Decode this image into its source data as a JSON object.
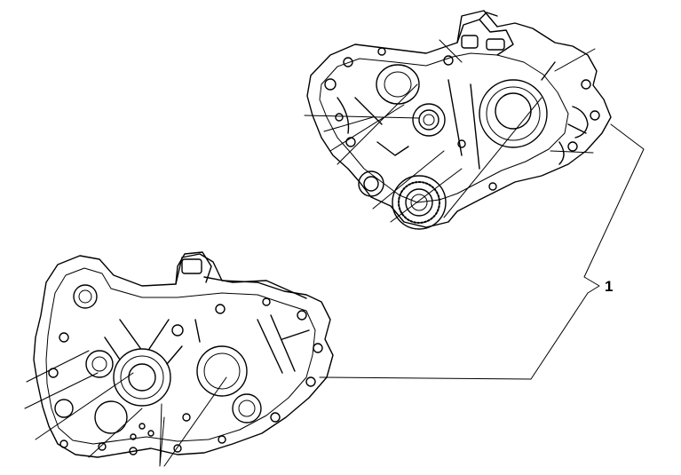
{
  "diagram": {
    "callout_number": "1",
    "parts": [
      {
        "name": "right-crankcase-half"
      },
      {
        "name": "left-crankcase-half"
      }
    ],
    "ink_color": "#000000",
    "background_color": "#ffffff"
  }
}
